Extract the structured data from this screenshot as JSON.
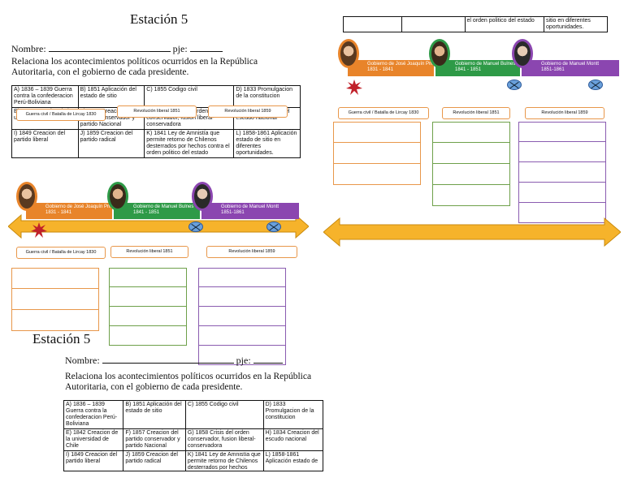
{
  "station_title": "Estación 5",
  "name_label": "Nombre:",
  "score_label": "pje:",
  "instructions": "Relaciona los acontecimientos políticos ocurridos en la República Autoritaria, con el gobierno de cada presidente.",
  "events_top": [
    [
      "A) 1836 – 1839 Guerra contra la confederacion Perú-Boliviana",
      "B) 1851 Aplicación del estado de sitio",
      "C) 1855 Codigo civil",
      "D) 1833 Promulgacion de la constitucion"
    ],
    [
      "E) 1842 Creacion de la universidad de Chile",
      "F) 1857 Creacion del partido conservador y partido Nacional",
      "G) 1858 Crisis del orden conservador, fusion liberal-conservadora",
      "H) 1834 Creacion del escudo nacional"
    ],
    [
      "I) 1849 Creacion del partido liberal",
      "J) 1859 Creacion del partido radical",
      "K) 1841 Ley de Amnistía que permite retorno de Chilenos desterrados por hechos contra el orden politico del estado",
      "L) 1858-1861 Aplicación estado de sitio en diferentes oportunidades."
    ]
  ],
  "events_top_right_fragment": [
    "el orden politico del estado",
    "sitio en diferentes oportunidades."
  ],
  "governments": [
    {
      "name": "Gobierno de José Joaquín Prieto",
      "years": "1831 - 1841",
      "color": "#e8842a"
    },
    {
      "name": "Gobierno de Manuel Bulnes",
      "years": "1841 - 1851",
      "color": "#2e9a47"
    },
    {
      "name": "Gobierno de Manuel Montt",
      "years": "1851-1861",
      "color": "#8b46b0"
    }
  ],
  "timeline_labels": [
    "Guerra civil / Batalla de Lircay 1830",
    "Revolución liberal 1851",
    "Revolución liberal 1859"
  ],
  "colors": {
    "arrow": "#f6b32b",
    "arrow_border": "#c98a0c",
    "orange": "#e8974a",
    "green": "#6ea04a",
    "purple": "#8a5cb0",
    "burst": "#c0202a"
  }
}
